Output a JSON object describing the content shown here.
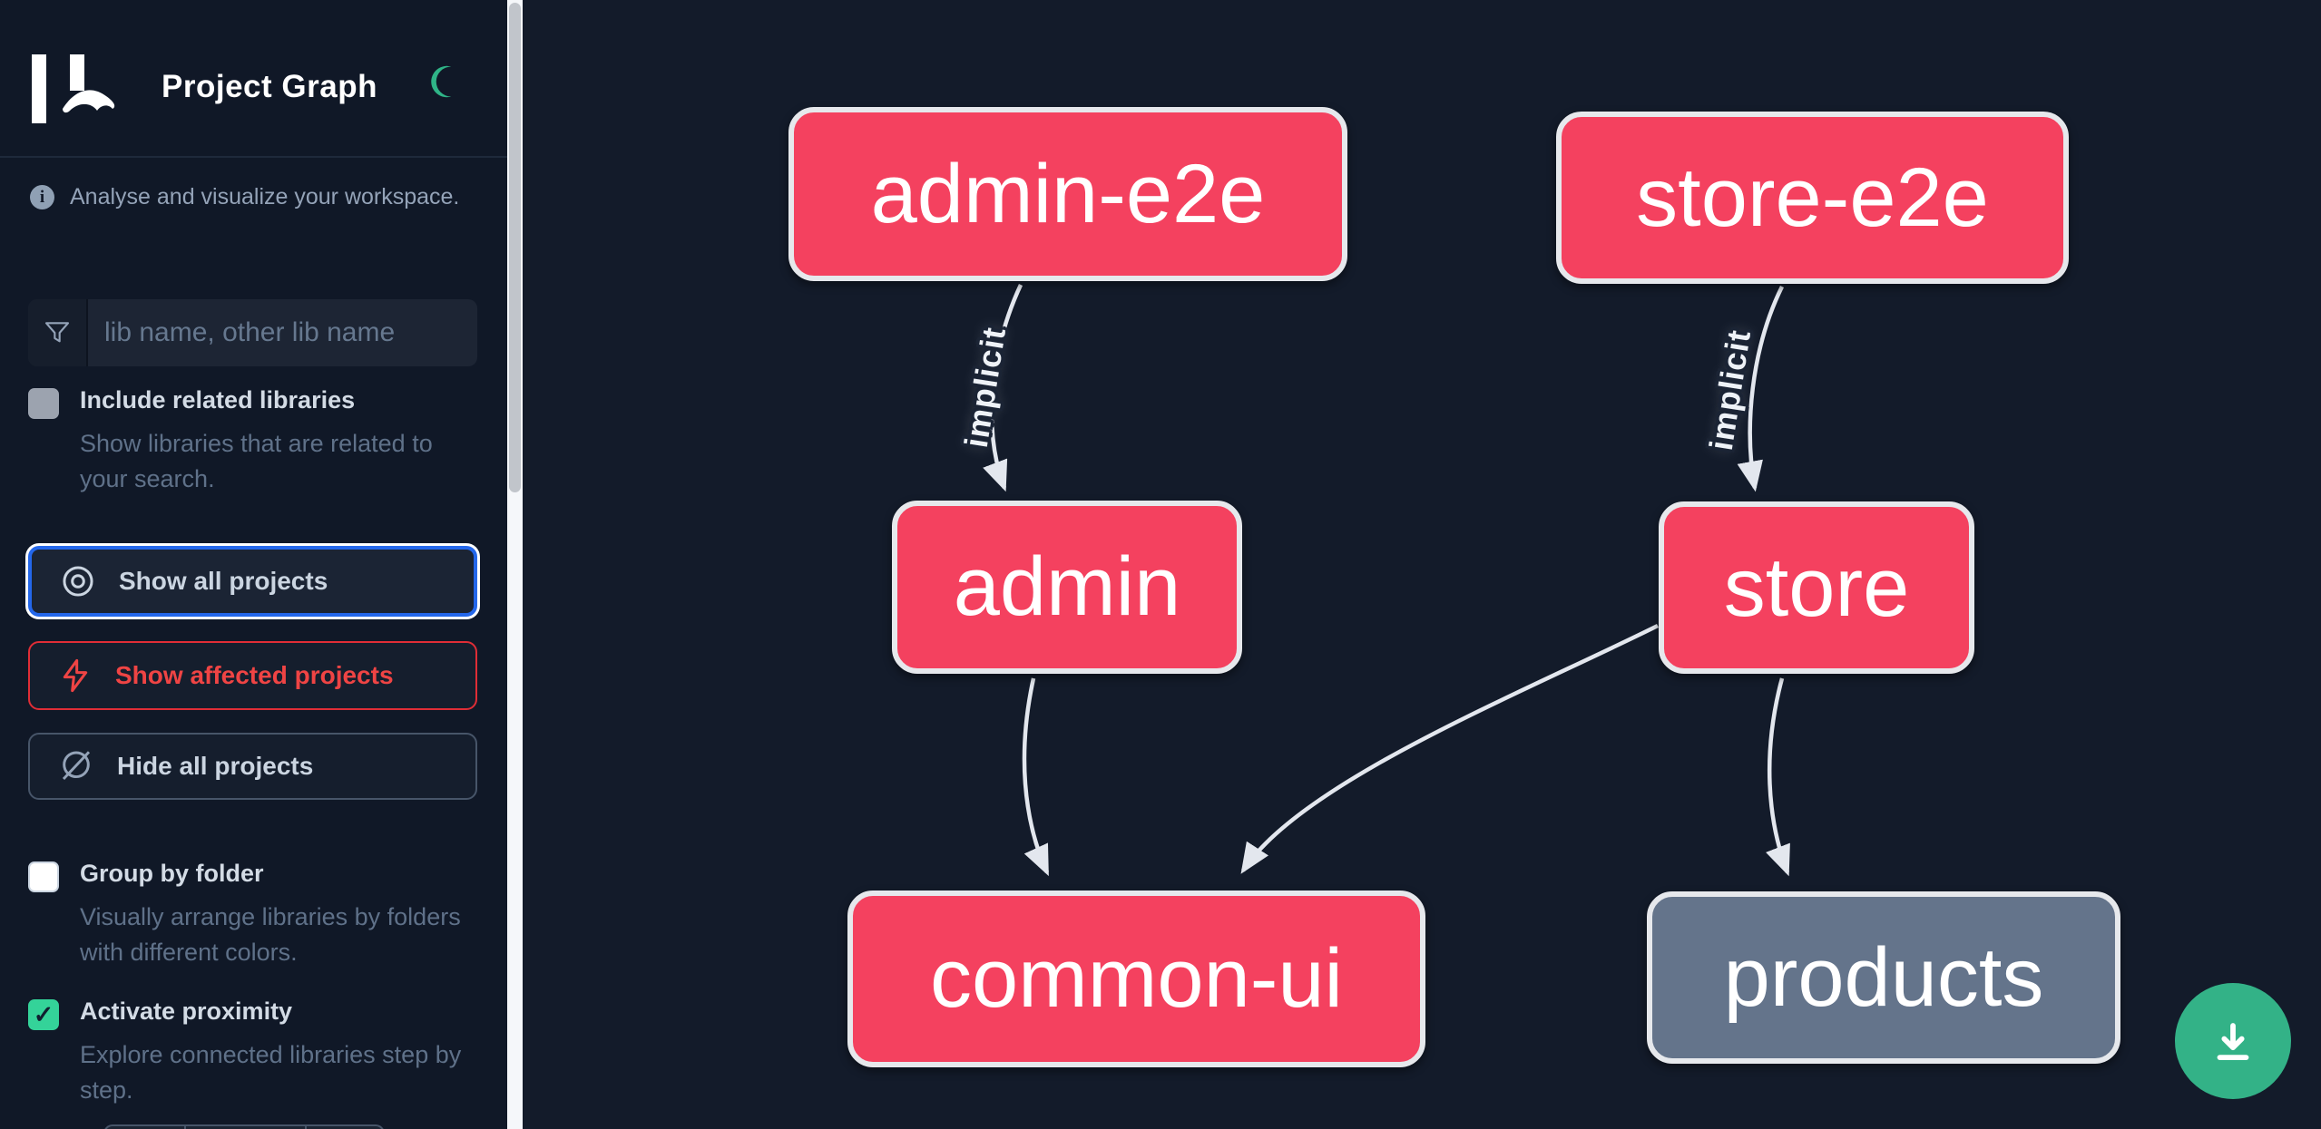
{
  "app": {
    "name": "Nx",
    "title": "Project Graph"
  },
  "header": {
    "theme_toggle_icon": "moon-icon"
  },
  "sidebar": {
    "info_text": "Analyse and visualize your workspace.",
    "search": {
      "icon": "filter-funnel-icon",
      "placeholder": "lib name, other lib name",
      "value": ""
    },
    "toggles": [
      {
        "label": "Include related libraries",
        "description": "Show libraries that are related to your search.",
        "checked": false,
        "disabled": true
      },
      {
        "label": "Group by folder",
        "description": "Visually arrange libraries by folders with different colors.",
        "checked": false,
        "disabled": false
      },
      {
        "label": "Activate proximity",
        "description": "Explore connected libraries step by step.",
        "checked": true,
        "disabled": false,
        "checkmark": "✓"
      }
    ],
    "actions": [
      {
        "label": "Show all projects",
        "icon": "eye-icon",
        "state": "focused"
      },
      {
        "label": "Show affected projects",
        "icon": "lightning-bolt-icon",
        "state": "affected"
      },
      {
        "label": "Hide all projects",
        "icon": "eye-off-icon",
        "state": "default"
      }
    ]
  },
  "graph": {
    "nodes": [
      {
        "id": "admin-e2e",
        "label": "admin-e2e",
        "color": "#f4415f"
      },
      {
        "id": "store-e2e",
        "label": "store-e2e",
        "color": "#f4415f"
      },
      {
        "id": "admin",
        "label": "admin",
        "color": "#f4415f"
      },
      {
        "id": "store",
        "label": "store",
        "color": "#f4415f"
      },
      {
        "id": "common-ui",
        "label": "common-ui",
        "color": "#f4415f"
      },
      {
        "id": "products",
        "label": "products",
        "color": "#64748b"
      }
    ],
    "edges": [
      {
        "from": "admin-e2e",
        "to": "admin",
        "label": "implicit"
      },
      {
        "from": "store-e2e",
        "to": "store",
        "label": "implicit"
      },
      {
        "from": "admin",
        "to": "common-ui",
        "label": ""
      },
      {
        "from": "store",
        "to": "common-ui",
        "label": ""
      },
      {
        "from": "store",
        "to": "products",
        "label": ""
      }
    ]
  },
  "fab": {
    "icon": "download-icon",
    "color": "#33b287"
  },
  "colors": {
    "sidebar_bg": "#101827",
    "canvas_bg": "#131b2a",
    "node_pink": "#f4415f",
    "node_gray": "#64748b",
    "node_border": "#e6e8ec",
    "edge": "#e3e7ee",
    "focus_blue": "#2467eb",
    "affected_red": "#ef4444",
    "accent_green": "#34d399"
  }
}
